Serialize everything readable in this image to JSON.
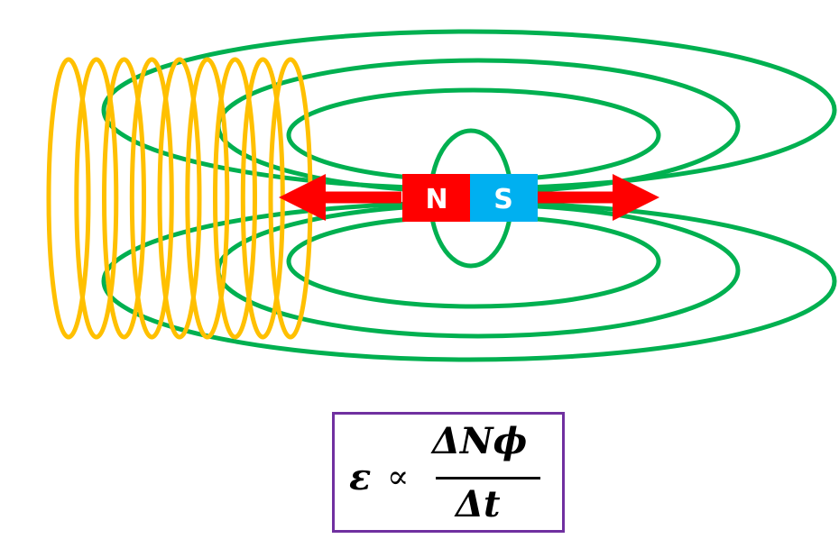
{
  "magnet": {
    "north_label": "N",
    "south_label": "S",
    "north_color": "#ff0000",
    "south_color": "#00b0f0"
  },
  "colors": {
    "field_lines": "#00b050",
    "coil": "#ffc000",
    "arrows": "#ff0000",
    "formula_border": "#7030a0"
  },
  "coil": {
    "loop_count": 9
  },
  "formula": {
    "emf": "ε",
    "proportional": "∝",
    "numerator": "ΔNϕ",
    "denominator": "Δt"
  }
}
